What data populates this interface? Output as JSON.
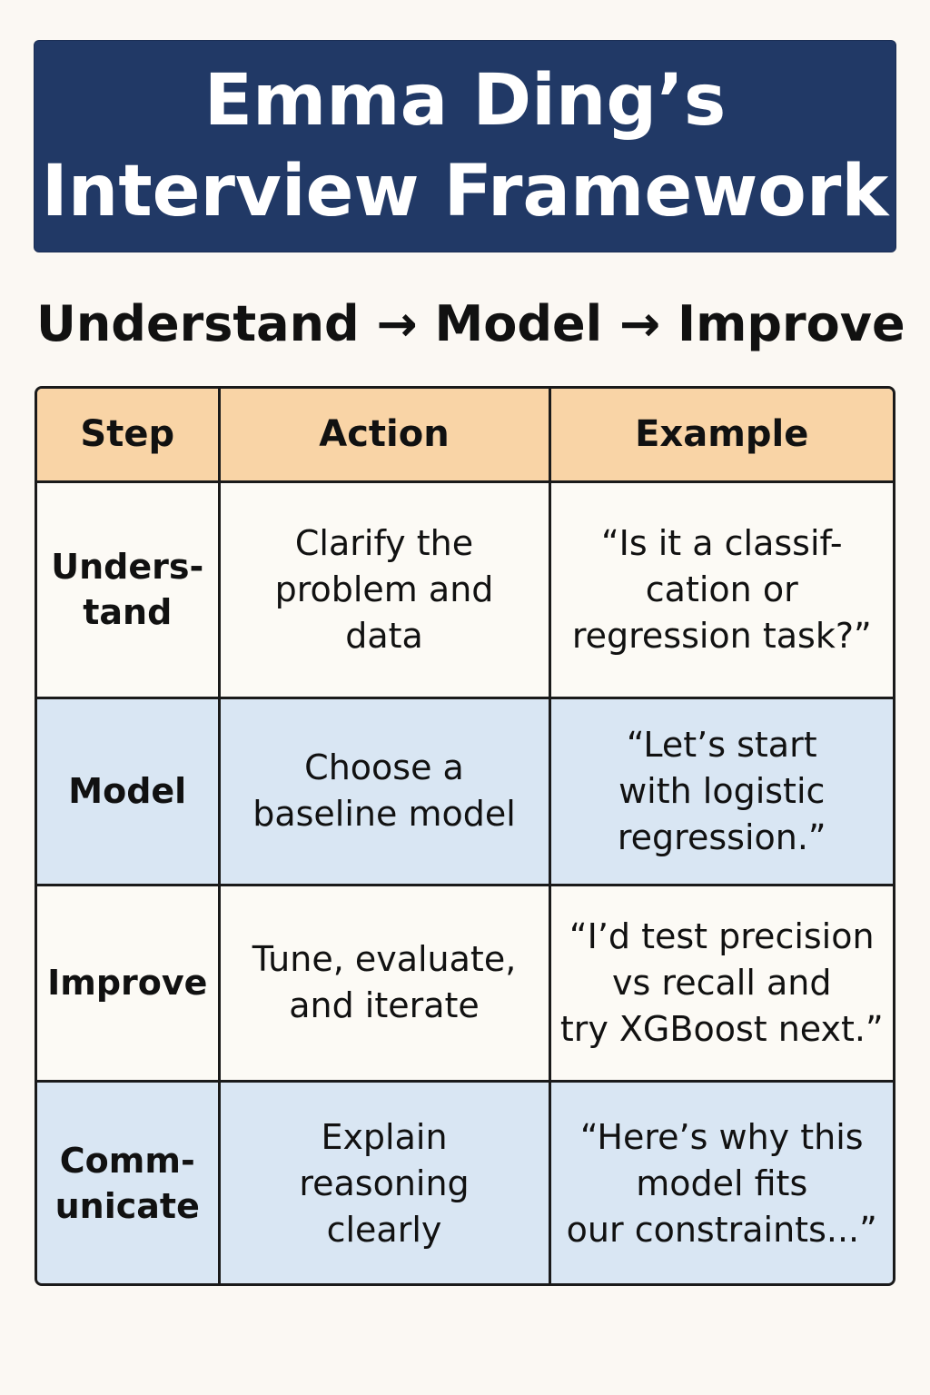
{
  "title": {
    "line1": "Emma Ding’s",
    "line2": "Interview Framework"
  },
  "subtitle": "Understand → Model → Improve",
  "table": {
    "headers": [
      "Step",
      "Action",
      "Example"
    ],
    "rows": [
      {
        "step": [
          "Unders-",
          "tand"
        ],
        "action": [
          "Clarify the",
          "problem and",
          "data"
        ],
        "example": [
          "“Is it a classif-",
          "cation or",
          "regression task?”"
        ]
      },
      {
        "step": [
          "Model"
        ],
        "action": [
          "Choose a",
          "baseline model"
        ],
        "example": [
          "“Let’s start",
          "with logistic",
          "regression.”"
        ]
      },
      {
        "step": [
          "Improve"
        ],
        "action": [
          "Tune, evaluate,",
          "and iterate"
        ],
        "example": [
          "“I’d test precision",
          "vs recall and",
          "try XGBoost next.”"
        ]
      },
      {
        "step": [
          "Comm-",
          "unicate"
        ],
        "action": [
          "Explain",
          "reasoning",
          "clearly"
        ],
        "example": [
          "“Here’s why this",
          "model fits",
          "our constraints...”"
        ]
      }
    ]
  },
  "colors": {
    "banner": "#213966",
    "header_row": "#f9d4a6",
    "alt_row": "#d9e6f3",
    "background": "#fbf8f3"
  }
}
